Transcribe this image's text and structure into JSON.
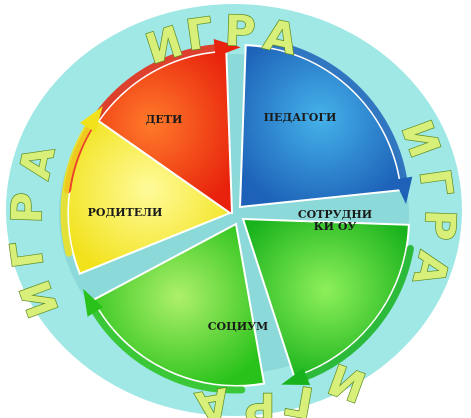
{
  "ring": {
    "fill": "#9fe8e6",
    "text_color": "#d8ef7a",
    "outline_color": "#5c8a1e",
    "words": [
      {
        "letters": [
          "И",
          "Г",
          "Р",
          "А"
        ]
      },
      {
        "letters": [
          "И",
          "Г",
          "Р",
          "А"
        ]
      },
      {
        "letters": [
          "И",
          "Г",
          "Р",
          "А"
        ]
      },
      {
        "letters": [
          "И",
          "Г",
          "Р",
          "А"
        ]
      }
    ]
  },
  "segments": [
    {
      "label": "ДЕТИ",
      "color": "#e8220c",
      "highlight": "#ff7a2a"
    },
    {
      "label": "ПЕДАГОГИ",
      "color": "#1d62b8",
      "highlight": "#45b2ea"
    },
    {
      "label": "СОТРУДНИ КИ ОУ",
      "lines": [
        "СОТРУДНИ",
        "КИ ОУ"
      ],
      "color": "#18b21c",
      "highlight": "#8ef05a"
    },
    {
      "label": "СОЦИУМ",
      "color": "#28c21a",
      "highlight": "#aef06a"
    },
    {
      "label": "РОДИТЕЛИ",
      "color": "#f2e21c",
      "highlight": "#fffb9a"
    }
  ]
}
